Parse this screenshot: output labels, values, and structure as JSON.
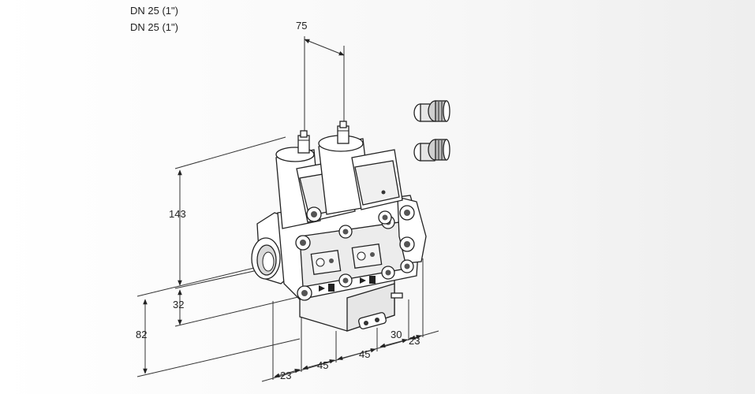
{
  "header": {
    "line1": "DN 25 (1\")",
    "line2": "DN 25 (1\")"
  },
  "dimensions": {
    "top_spacing": "75",
    "height_total": "143",
    "height_lower": "32",
    "height_overall": "82",
    "bottom_first": "23",
    "bottom_second": "45",
    "bottom_third": "45",
    "side_depth": "30",
    "side_end": "23"
  },
  "colors": {
    "outline": "#222222",
    "body_fill": "#ffffff",
    "shade": "#d9d9d9",
    "dark": "#555555"
  }
}
